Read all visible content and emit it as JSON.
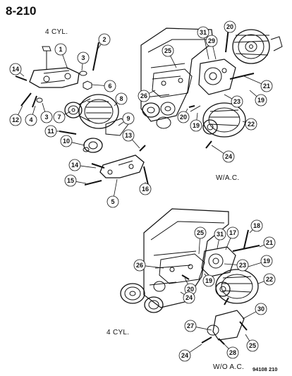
{
  "page": {
    "number": "8-210",
    "code": "94108 210"
  },
  "views": {
    "top_left": {
      "label": "4 CYL."
    },
    "top_right": {
      "label": "W/A.C."
    },
    "bottom": {
      "label_engine": "4 CYL.",
      "label_ac": "W/O A.C."
    }
  },
  "callouts": {
    "top_left": [
      "1",
      "2",
      "3",
      "4",
      "3",
      "6",
      "7",
      "8",
      "9",
      "10",
      "11",
      "12",
      "13",
      "14",
      "14",
      "15",
      "16",
      "5"
    ],
    "top_right": [
      "20",
      "31",
      "29",
      "25",
      "26",
      "20",
      "19",
      "21",
      "23",
      "19",
      "22",
      "24"
    ],
    "bottom": [
      "25",
      "31",
      "17",
      "18",
      "21",
      "26",
      "19",
      "23",
      "19",
      "20",
      "22",
      "24",
      "30",
      "27",
      "24",
      "28",
      "25"
    ]
  }
}
